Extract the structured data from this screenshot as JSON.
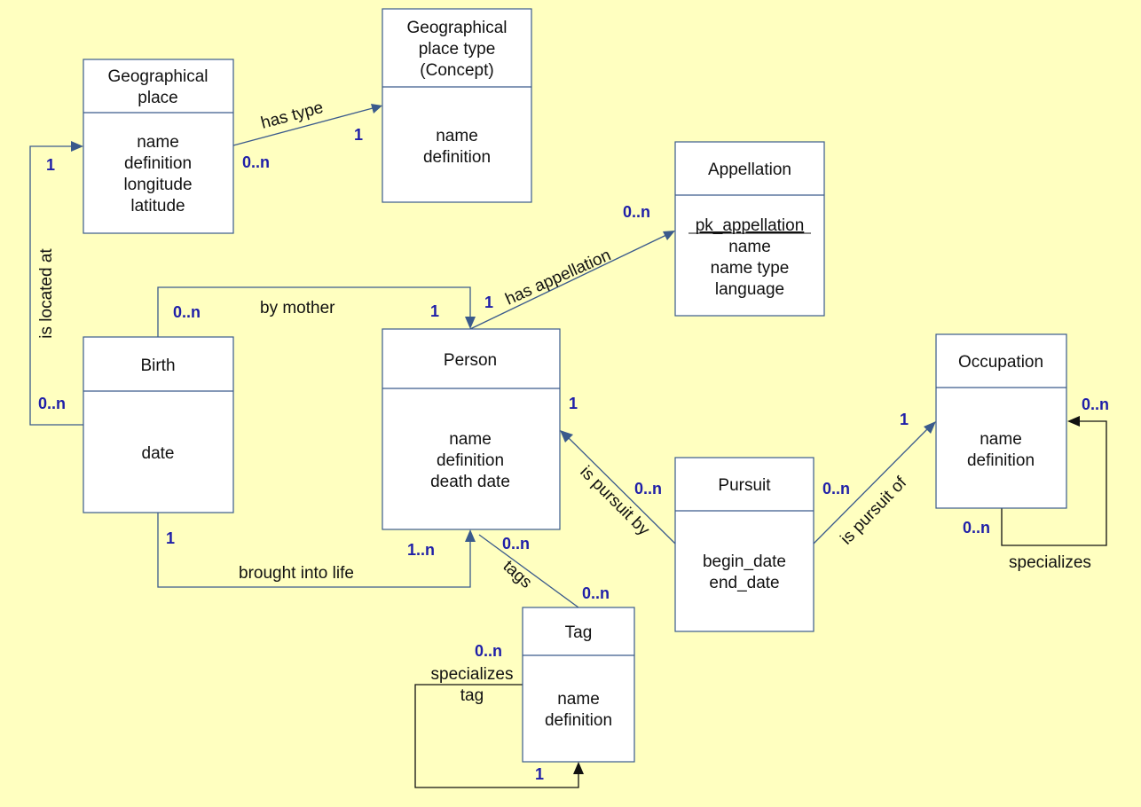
{
  "colors": {
    "background": "#FFFFC0",
    "box_border": "#3A5A8C",
    "cardinality": "#1F1FA8",
    "self_loop": "#111111"
  },
  "entities": {
    "geo_place": {
      "title": [
        "Geographical",
        "place"
      ],
      "attributes": [
        "name",
        "definition",
        "longitude",
        "latitude"
      ]
    },
    "geo_place_type": {
      "title": [
        "Geographical",
        "place type",
        "(Concept)"
      ],
      "attributes": [
        "name",
        "definition"
      ]
    },
    "appellation": {
      "title": [
        "Appellation"
      ],
      "key_attribute": "pk_appellation",
      "attributes": [
        "name",
        "name type",
        "language"
      ]
    },
    "birth": {
      "title": [
        "Birth"
      ],
      "attributes": [
        "date"
      ]
    },
    "person": {
      "title": [
        "Person"
      ],
      "attributes": [
        "name",
        "definition",
        "death date"
      ]
    },
    "occupation": {
      "title": [
        "Occupation"
      ],
      "attributes": [
        "name",
        "definition"
      ]
    },
    "pursuit": {
      "title": [
        "Pursuit"
      ],
      "attributes": [
        "begin_date",
        "end_date"
      ]
    },
    "tag": {
      "title": [
        "Tag"
      ],
      "attributes": [
        "name",
        "definition"
      ]
    }
  },
  "relations": {
    "has_type": {
      "label": "has type",
      "card_from": "0..n",
      "card_to": "1"
    },
    "is_located_at": {
      "label": "is located at",
      "card_from": "0..n",
      "card_to": "1"
    },
    "has_appellation": {
      "label": "has appellation",
      "card_from": "1",
      "card_to": "0..n"
    },
    "by_mother": {
      "label": "by mother",
      "card_from": "0..n",
      "card_to": "1"
    },
    "brought_into_life": {
      "label": "brought into life",
      "card_from": "1",
      "card_to": "1..n"
    },
    "is_pursuit_by": {
      "label": "is pursuit by",
      "card_from": "0..n",
      "card_to": "1"
    },
    "is_pursuit_of": {
      "label": "is pursuit of",
      "card_from": "0..n",
      "card_to": "1"
    },
    "occupation_specializes": {
      "label": "specializes",
      "card_from": "0..n",
      "card_to": "0..n"
    },
    "tags": {
      "label": "tags",
      "card_from": "0..n",
      "card_to": "0..n"
    },
    "specializes_tag": {
      "label": [
        "specializes",
        "tag"
      ],
      "card_from": "0..n",
      "card_to": "1"
    }
  }
}
